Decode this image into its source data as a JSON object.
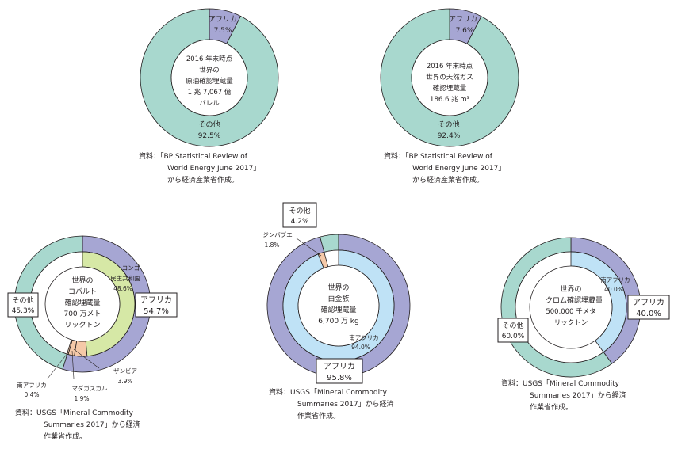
{
  "colors": {
    "africa_purple": "#a6a6d3",
    "other_teal": "#a8d8ce",
    "congo_green": "#d6e8a6",
    "minor_orange": "#f5c9a8",
    "sa_blue": "#bfe2f6",
    "white": "#ffffff",
    "text": "#231f20"
  },
  "chart_data": [
    {
      "type": "pie",
      "id": "oil",
      "slices": [
        {
          "label": "アフリカ",
          "value": 7.5,
          "value_label": "7.5%",
          "color": "#a6a6d3"
        },
        {
          "label": "その他",
          "value": 92.5,
          "value_label": "92.5%",
          "color": "#a8d8ce"
        }
      ],
      "center_lines": [
        "2016 年末時点",
        "世界の",
        "原油確認埋蔵量",
        "1 兆 7,067 億",
        "バレル"
      ],
      "source_lines": [
        "資料：「BP Statistical Review of",
        "World Energy June 2017」",
        "から経済産業省作成。"
      ]
    },
    {
      "type": "pie",
      "id": "gas",
      "slices": [
        {
          "label": "アフリカ",
          "value": 7.6,
          "value_label": "7.6%",
          "color": "#a6a6d3"
        },
        {
          "label": "その他",
          "value": 92.4,
          "value_label": "92.4%",
          "color": "#a8d8ce"
        }
      ],
      "center_lines": [
        "2016 年末時点",
        "世界の天然ガス",
        "確認埋蔵量",
        "186.6 兆 m³"
      ],
      "source_lines": [
        "資料：「BP Statistical Review of",
        "World Energy June 2017」",
        "から経済産業省作成。"
      ]
    },
    {
      "type": "pie",
      "id": "cobalt",
      "outer": [
        {
          "label": "アフリカ",
          "value": 54.7,
          "value_label": "54.7%",
          "color": "#a6a6d3"
        },
        {
          "label": "その他",
          "value": 45.3,
          "value_label": "45.3%",
          "color": "#a8d8ce"
        }
      ],
      "inner": [
        {
          "label": "コンゴ民主共和国",
          "value": 48.6,
          "value_label": "48.6%",
          "color": "#d6e8a6"
        },
        {
          "label": "ザンビア",
          "value": 3.9,
          "value_label": "3.9%",
          "color": "#f5c9a8"
        },
        {
          "label": "マダガスカル",
          "value": 1.9,
          "value_label": "1.9%",
          "color": "#f5c9a8"
        },
        {
          "label": "南アフリカ",
          "value": 0.4,
          "value_label": "0.4%",
          "color": "#f5c9a8"
        }
      ],
      "label_congo_1": "コンゴ",
      "label_congo_2": "民主共和国",
      "center_lines": [
        "世界の",
        "コバルト",
        "確認埋蔵量",
        "700 万メト",
        "リックトン"
      ],
      "source_lines": [
        "資料：USGS「Mineral Commodity",
        "Summaries 2017」から経済",
        "作業省作成。"
      ]
    },
    {
      "type": "pie",
      "id": "platinum",
      "outer": [
        {
          "label": "アフリカ",
          "value": 95.8,
          "value_label": "95.8%",
          "color": "#a6a6d3"
        },
        {
          "label": "その他",
          "value": 4.2,
          "value_label": "4.2%",
          "color": "#a8d8ce"
        }
      ],
      "inner": [
        {
          "label": "南アフリカ",
          "value": 94.0,
          "value_label": "94.0%",
          "color": "#bfe2f6"
        },
        {
          "label": "ジンバブエ",
          "value": 1.8,
          "value_label": "1.8%",
          "color": "#f5c9a8"
        }
      ],
      "center_lines": [
        "世界の",
        "白金族",
        "確認埋蔵量",
        "6,700 万 kg"
      ],
      "source_lines": [
        "資料：USGS「Mineral Commodity",
        "Summaries 2017」から経済",
        "作業省作成。"
      ]
    },
    {
      "type": "pie",
      "id": "chromium",
      "outer": [
        {
          "label": "アフリカ",
          "value": 40.0,
          "value_label": "40.0%",
          "color": "#a6a6d3"
        },
        {
          "label": "その他",
          "value": 60.0,
          "value_label": "60.0%",
          "color": "#a8d8ce"
        }
      ],
      "inner": [
        {
          "label": "南アフリカ",
          "value": 40.0,
          "value_label": "40.0%",
          "color": "#bfe2f6"
        }
      ],
      "center_lines": [
        "世界の",
        "クロム確認埋蔵量",
        "500,000 千メタ",
        "リックトン"
      ],
      "source_lines": [
        "資料：USGS「Mineral Commodity",
        "Summaries 2017」から経済",
        "作業省作成。"
      ]
    }
  ]
}
